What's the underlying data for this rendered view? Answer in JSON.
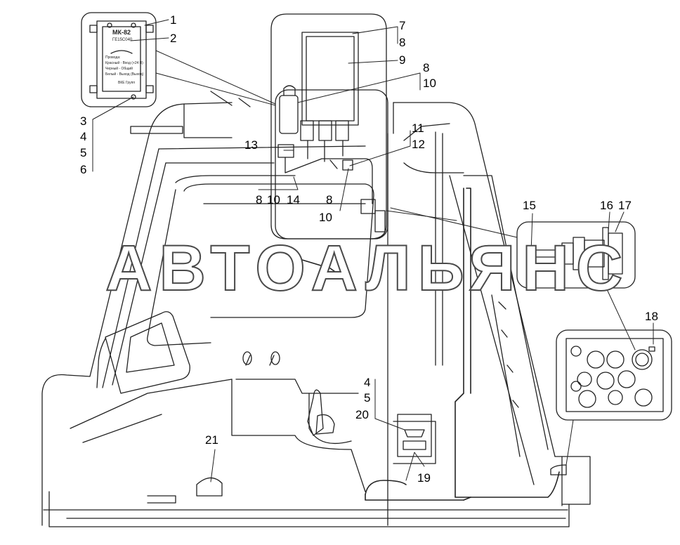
{
  "device_plate": {
    "model": "МК-82",
    "spec": "ГЕ15С040",
    "lines": [
      "Провода:",
      "Красный - Вход (+24 В)",
      "Черный - Общий",
      "Белый - Выход (Выход)",
      "ВКЕ Групп"
    ]
  },
  "watermark": "АВТОАЛЬЯНС",
  "callouts": {
    "c1": "1",
    "c2": "2",
    "c3": "3",
    "c4": "4",
    "c5": "5",
    "c6": "6",
    "c7": "7",
    "c8a": "8",
    "c9": "9",
    "c8b": "8",
    "c10a": "10",
    "c11": "11",
    "c12": "12",
    "c13": "13",
    "c8c": "8",
    "c10b": "10",
    "c14": "14",
    "c8d": "8",
    "c10c": "10",
    "c15": "15",
    "c16": "16",
    "c17": "17",
    "c18": "18",
    "c4b": "4",
    "c5b": "5",
    "c20": "20",
    "c21": "21",
    "c19": "19"
  }
}
